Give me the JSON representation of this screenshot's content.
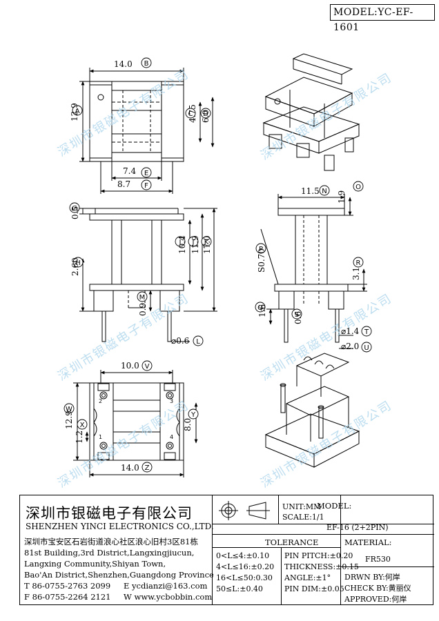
{
  "header": {
    "model": "MODEL:YC-EF-1601"
  },
  "watermark": "深圳市银磁电子有限公司",
  "dims": {
    "A": "12.9",
    "B": "14.0",
    "C": "4.75",
    "D": "6.0",
    "E": "7.4",
    "F": "8.7",
    "G": "0.5",
    "H": "2.60",
    "I": "10.4",
    "J": "11.9",
    "K": "17.0",
    "L": "⌀0.6",
    "M": "0.9",
    "N": "11.5",
    "O": "1.9",
    "P": "S0.70",
    "Q": "1.6",
    "R": "3.1",
    "S": "0.6",
    "T": "⌀1.4",
    "U": "⌀2.0",
    "V": "10.0",
    "W": "12.9",
    "X": "1.2",
    "Y": "8.0",
    "Z": "14.0"
  },
  "letters": [
    "A",
    "B",
    "C",
    "D",
    "E",
    "F",
    "G",
    "H",
    "I",
    "J",
    "K",
    "L",
    "M",
    "N",
    "O",
    "P",
    "Q",
    "R",
    "S",
    "T",
    "U",
    "V",
    "W",
    "X",
    "Y",
    "Z"
  ],
  "pin_numbers": [
    "1",
    "2",
    "3",
    "4"
  ],
  "title_block": {
    "company_cn": "深圳市银磁电子有限公司",
    "company_en": "SHENZHEN YINCI ELECTRONICS CO.,LTD.",
    "address_cn": "深圳市宝安区石岩街道浪心社区浪心旧村3区81栋",
    "address_en": [
      "81st Building,3rd District,Langxingjiucun,",
      "Langxing Community,Shiyan Town,",
      "Bao'An District,Shenzhen,Guangdong Province"
    ],
    "tel": "T  86-0755-2763 2099",
    "email": "E  ycdianzi@163.com",
    "fax": "F  86-0755-2264 2121",
    "web": "W  www.ycbobbin.com",
    "unit": "UNIT:MM",
    "scale": "SCALE:1/1",
    "model_label": "MODEL:",
    "model_value": "EF-16 (2+2PIN)",
    "tolerance_title": "TOLERANCE",
    "tolerances": [
      "0<L≤4:±0.10",
      "4<L≤16:±0.20",
      "16<L≤50:0.30",
      "50≤L:±0.40"
    ],
    "pin_tolerances": [
      "PIN PITCH:±0.20",
      "THICKNESS:±0.15",
      "ANGLE:±1°",
      "PIN DIM:±0.05"
    ],
    "material_label": "MATERIAL:",
    "material_value": "FR530",
    "drawn": "DRWN BY:何岸",
    "checked": "CHECK BY:黄丽仪",
    "approved": "APPROVED:何岸"
  }
}
